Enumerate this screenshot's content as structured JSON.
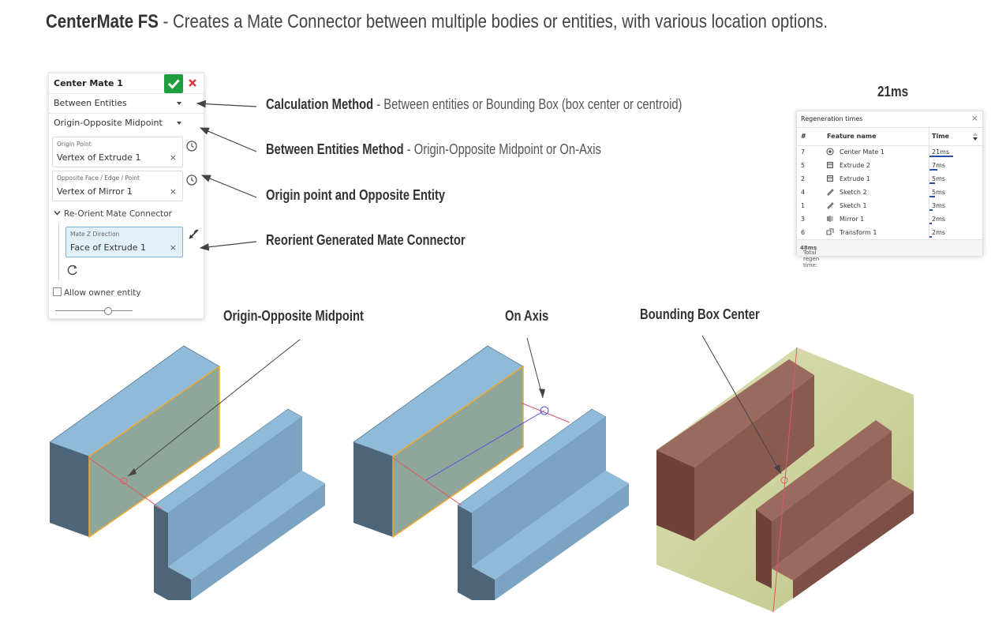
{
  "header": {
    "title": "CenterMate FS",
    "subtitle": " - Creates a Mate Connector between multiple bodies or entities, with various location options."
  },
  "dialog": {
    "title": "Center Mate 1",
    "calculation_method": "Between Entities",
    "between_method": "Origin-Opposite Midpoint",
    "origin_point": {
      "label": "Origin Point",
      "value": "Vertex of Extrude 1"
    },
    "opposite_entity": {
      "label": "Opposite Face / Edge / Point",
      "value": "Vertex of Mirror 1"
    },
    "reorient_label": "Re-Orient Mate Connector",
    "mate_z": {
      "label": "Mate Z Direction",
      "value": "Face of Extrude 1"
    },
    "allow_owner": "Allow owner entity",
    "clear_symbol": "×"
  },
  "annotations": {
    "calc": {
      "bold": "Calculation Method",
      "rest": " - Between entities or Bounding Box (box center or centroid)"
    },
    "between": {
      "bold": "Between Entities Method",
      "rest": " - Origin-Opposite Midpoint or On-Axis"
    },
    "origin": {
      "bold": "Origin point and Opposite Entity"
    },
    "reorient": {
      "bold": "Reorient Generated Mate Connector"
    }
  },
  "captions": {
    "midpoint": "Origin-Opposite Midpoint",
    "on_axis": "On Axis",
    "bbox": "Bounding Box Center"
  },
  "regen": {
    "total_large": "21ms",
    "title": "Regeneration times",
    "close": "×",
    "col_num": "#",
    "col_name": "Feature name",
    "col_time": "Time",
    "rows": [
      {
        "num": "7",
        "name": "Center Mate 1",
        "time": "21ms",
        "ms": 21,
        "icon": "mate-connector-icon"
      },
      {
        "num": "5",
        "name": "Extrude 2",
        "time": "7ms",
        "ms": 7,
        "icon": "extrude-icon"
      },
      {
        "num": "2",
        "name": "Extrude 1",
        "time": "5ms",
        "ms": 5,
        "icon": "extrude-icon"
      },
      {
        "num": "4",
        "name": "Sketch 2",
        "time": "5ms",
        "ms": 5,
        "icon": "sketch-icon"
      },
      {
        "num": "1",
        "name": "Sketch 1",
        "time": "3ms",
        "ms": 3,
        "icon": "sketch-icon"
      },
      {
        "num": "3",
        "name": "Mirror 1",
        "time": "2ms",
        "ms": 2,
        "icon": "mirror-icon"
      },
      {
        "num": "6",
        "name": "Transform 1",
        "time": "2ms",
        "ms": 2,
        "icon": "transform-icon"
      }
    ],
    "footer_label": "Total regen time: ",
    "footer_value": "48ms"
  },
  "colors": {
    "confirm_green": "#1f9d3f",
    "cancel_red": "#d9363e",
    "part_top": "#8fb8d4",
    "part_side": "#7aa4c2",
    "part_dark": "#4d6578",
    "highlight_edge": "#f0a830",
    "bbox_fill": "#c3c98c",
    "bbox_part": "#8a5a50",
    "regen_bar": "#2b50a8"
  }
}
